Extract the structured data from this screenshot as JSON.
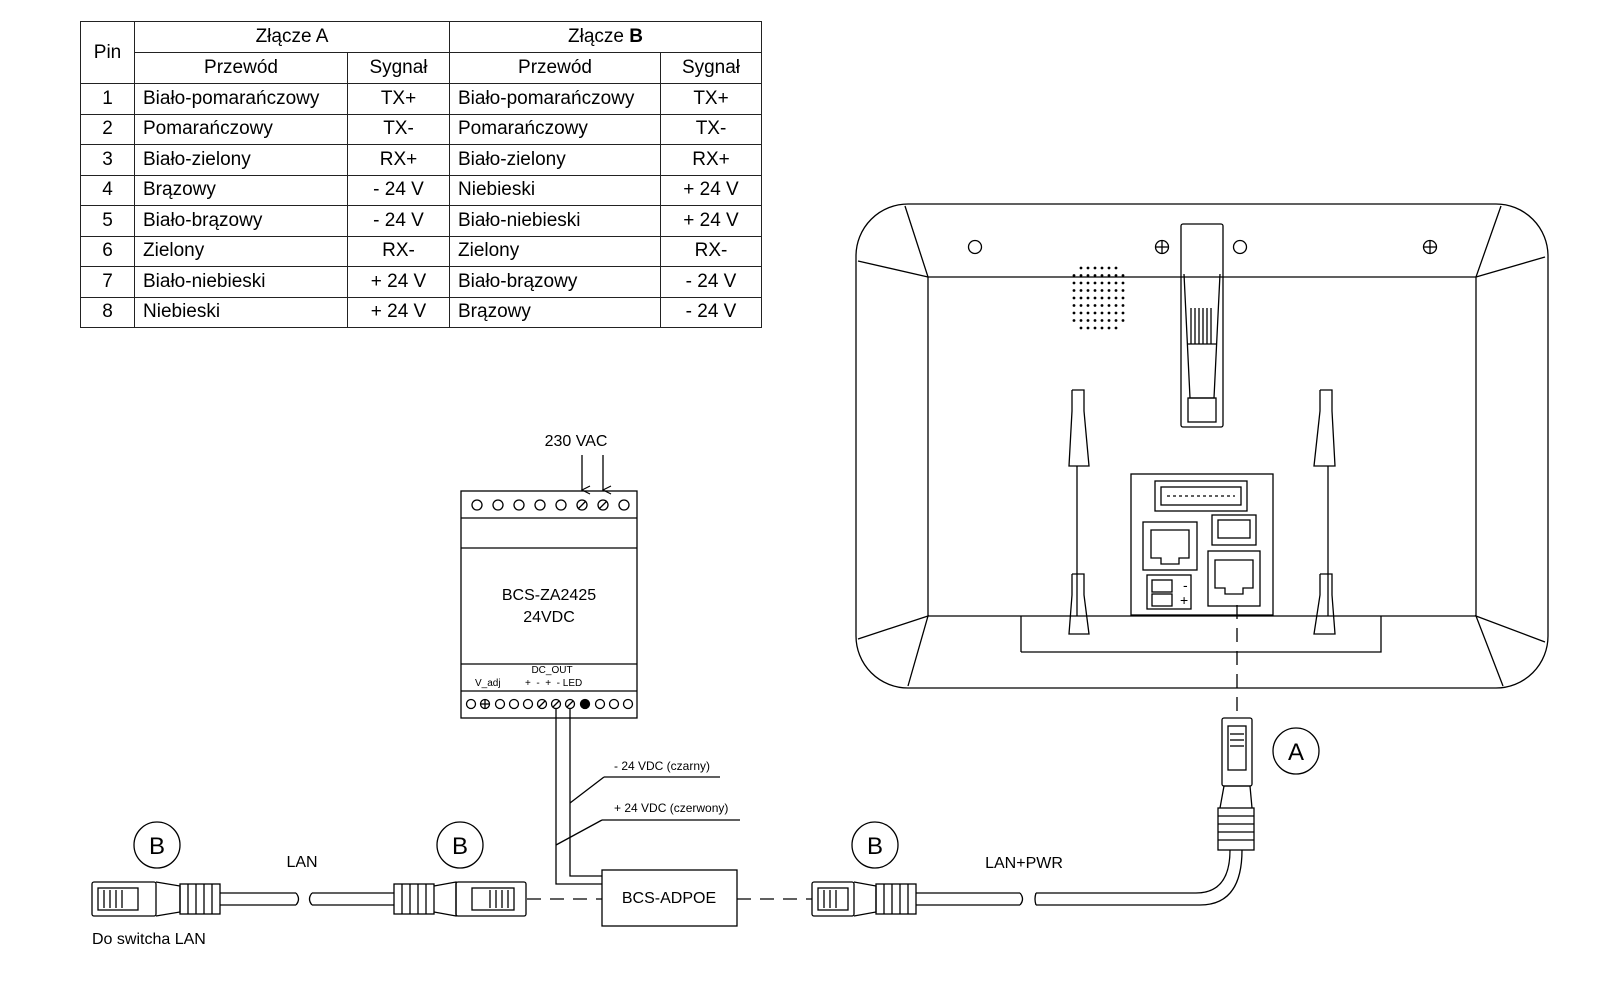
{
  "table": {
    "pin_header": "Pin",
    "connector_a_prefix": "Złącze A",
    "connector_b_prefix": "Złącze ",
    "connector_b_letter": "B",
    "wire_header": "Przewód",
    "signal_header": "Sygnał",
    "rows": [
      {
        "pin": "1",
        "a_wire": "Biało-pomarańczowy",
        "a_signal": "TX+",
        "b_wire": "Biało-pomarańczowy",
        "b_signal": "TX+"
      },
      {
        "pin": "2",
        "a_wire": "Pomarańczowy",
        "a_signal": "TX-",
        "b_wire": "Pomarańczowy",
        "b_signal": "TX-"
      },
      {
        "pin": "3",
        "a_wire": "Biało-zielony",
        "a_signal": "RX+",
        "b_wire": "Biało-zielony",
        "b_signal": "RX+"
      },
      {
        "pin": "4",
        "a_wire": "Brązowy",
        "a_signal": "- 24 V",
        "b_wire": "Niebieski",
        "b_signal": "+ 24 V"
      },
      {
        "pin": "5",
        "a_wire": "Biało-brązowy",
        "a_signal": "- 24 V",
        "b_wire": "Biało-niebieski",
        "b_signal": "+ 24 V"
      },
      {
        "pin": "6",
        "a_wire": "Zielony",
        "a_signal": "RX-",
        "b_wire": "Zielony",
        "b_signal": "RX-"
      },
      {
        "pin": "7",
        "a_wire": "Biało-niebieski",
        "a_signal": "+ 24 V",
        "b_wire": "Biało-brązowy",
        "b_signal": "- 24 V"
      },
      {
        "pin": "8",
        "a_wire": "Niebieski",
        "a_signal": "+ 24 V",
        "b_wire": "Brązowy",
        "b_signal": "- 24 V"
      }
    ]
  },
  "power_supply": {
    "input_label": "230 VAC",
    "model": "BCS-ZA2425",
    "voltage": "24VDC",
    "dc_out_label": "DC_OUT",
    "v_adj_label": "V_adj",
    "polarity_label": "+  -  +  - LED"
  },
  "wires": {
    "negative": "- 24 VDC (czarny)",
    "positive": "+ 24 VDC (czerwony)"
  },
  "adapter": {
    "label": "BCS-ADPOE"
  },
  "cables": {
    "lan": "LAN",
    "lan_pwr": "LAN+PWR",
    "to_switch": "Do switcha LAN"
  },
  "callouts": {
    "connector_a": "A",
    "connector_b": "B"
  },
  "monitor": {
    "terminal_minus": "-",
    "terminal_plus": "+"
  }
}
